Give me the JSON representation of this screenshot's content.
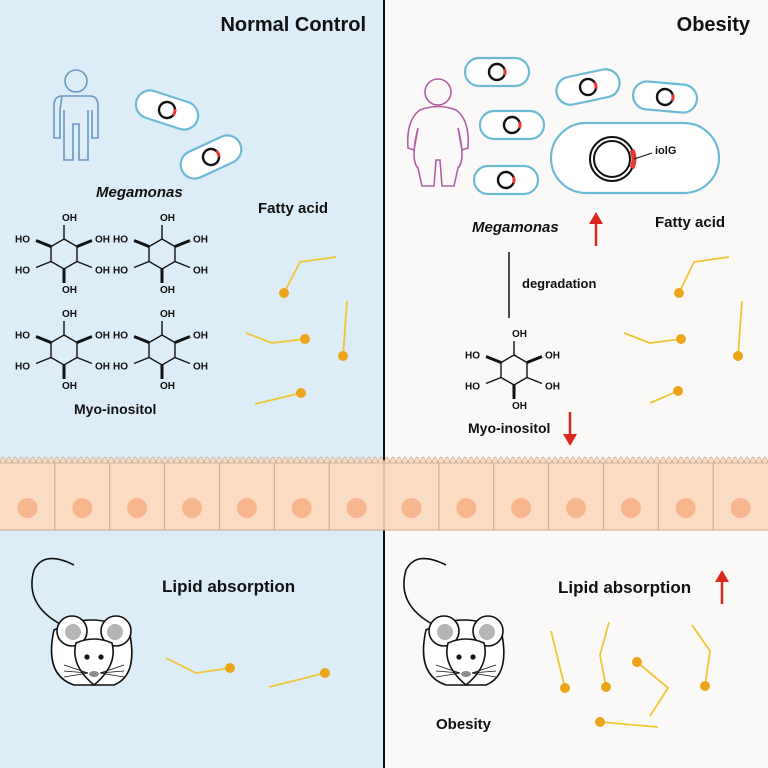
{
  "panels": {
    "left": {
      "title": "Normal Control"
    },
    "right": {
      "title": "Obesity"
    }
  },
  "left": {
    "bacteria_label": "Megamonas",
    "fatty_acid_label": "Fatty acid",
    "compound_label": "Myo-inositol",
    "absorption_label": "Lipid absorption",
    "hydroxyl": "OH",
    "hydroxyl_rev": "HO"
  },
  "right": {
    "gene_label": "iolG",
    "bacteria_label": "Megamonas",
    "fatty_acid_label": "Fatty acid",
    "degradation_label": "degradation",
    "compound_label": "Myo-inositol",
    "absorption_label": "Lipid absorption",
    "mouse_label": "Obesity"
  },
  "colors": {
    "left_bg": "#dcedf8",
    "right_bg": "#fbf9f8",
    "epithelium": "#fbdcc3",
    "nucleus": "#f6b78f",
    "fatty_acid_tail": "#f1c636",
    "fatty_acid_head": "#eca519",
    "bacterium_outline": "#6cbad6",
    "plasmid_marker": "#e53935",
    "human_normal": "#6a96c2",
    "human_obese": "#b15fa5",
    "arrow_up_down": "#d9281f"
  },
  "icons": [
    "human-normal-icon",
    "human-obese-icon",
    "bacterium-icon",
    "plasmid-icon",
    "mouse-icon",
    "fatty-acid-icon",
    "inositol-structure-icon",
    "red-arrow-icon"
  ]
}
